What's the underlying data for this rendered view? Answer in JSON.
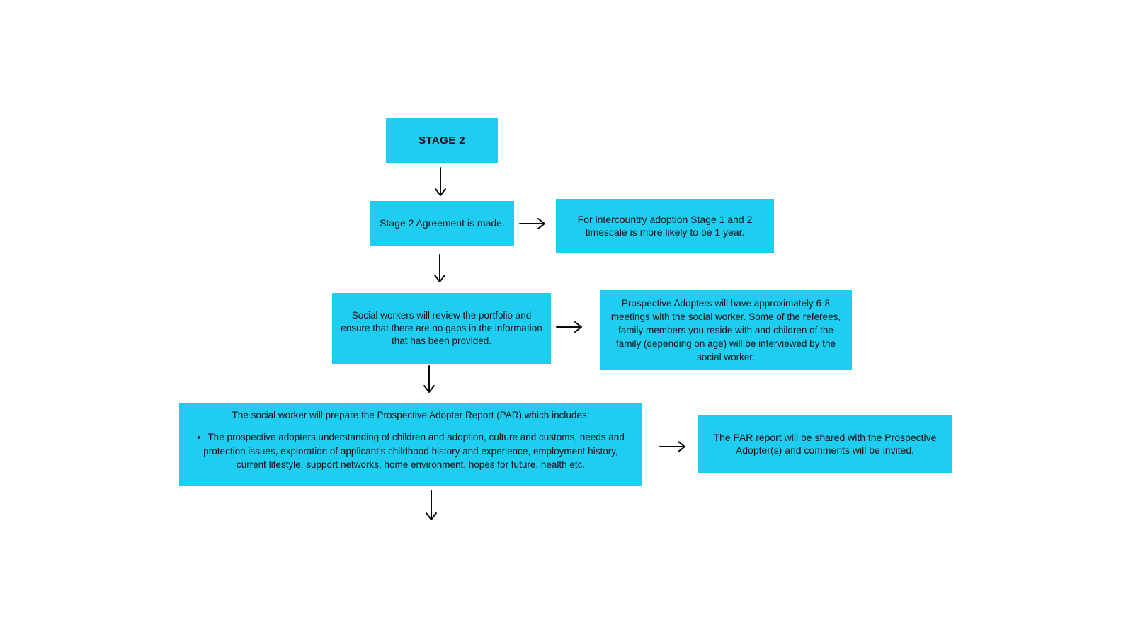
{
  "colors": {
    "background": "#ffffff",
    "box_fill": "#1ecdf0",
    "text": "#111418",
    "arrow": "#0a0a0a"
  },
  "flowchart": {
    "stage_box": {
      "label": "STAGE 2"
    },
    "agreement_box": {
      "text": "Stage 2 Agreement is made."
    },
    "intercountry_box": {
      "text": "For intercountry adoption Stage 1 and 2 timescale is more likely to be 1 year."
    },
    "review_box": {
      "text": "Social workers will review the portfolio and ensure that there are no gaps in the information that has been provided."
    },
    "meetings_box": {
      "text": "Prospective Adopters will have approximately 6-8 meetings with the social worker. Some of the referees, family members you reside with and children of the family (depending on age) will be interviewed by the social worker."
    },
    "par_box": {
      "intro": "The social worker will prepare the Prospective Adopter Report (PAR) which includes:",
      "bullet_marker": "•",
      "bullet_text": "The prospective adopters understanding of children and adoption, culture and customs, needs and protection issues, exploration of applicant's childhood history and experience, employment history, current lifestyle, support networks, home environment, hopes for future, health etc."
    },
    "shared_box": {
      "text": "The PAR report will be shared with the Prospective Adopter(s) and comments will be invited."
    }
  }
}
